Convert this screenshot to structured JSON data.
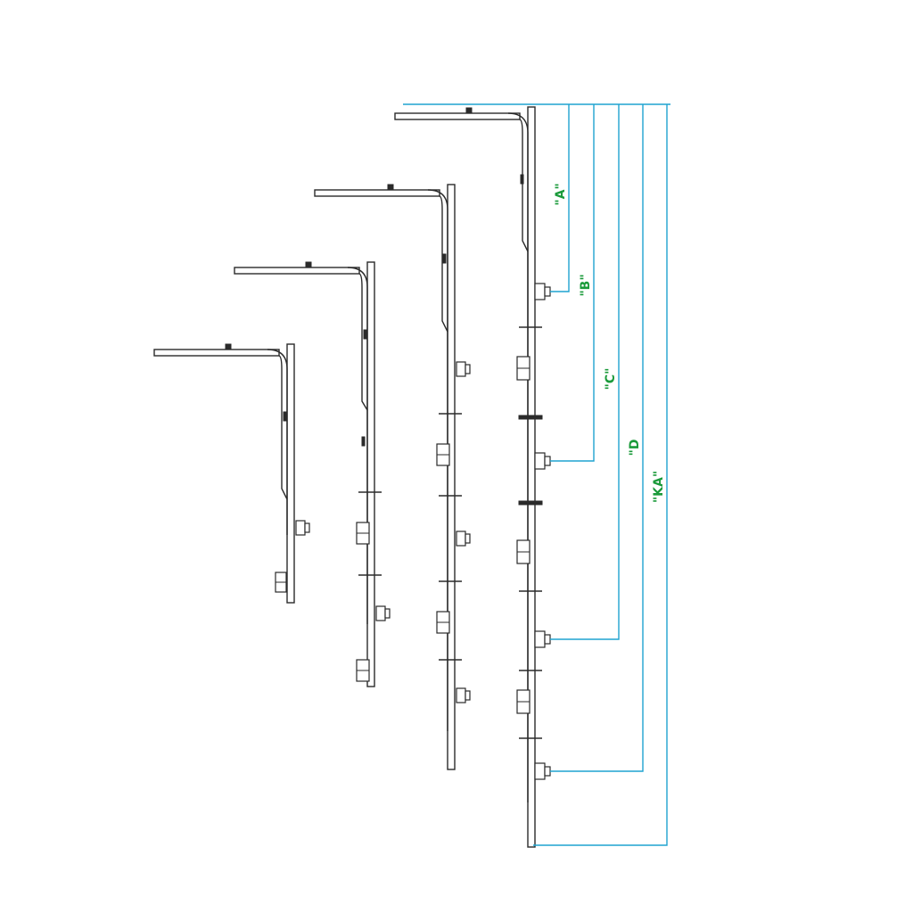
{
  "dimensions": {
    "colors": {
      "dimension_line": "#1fa3d0",
      "label": "#1a9a3a",
      "drawing": "#2a2a2a"
    },
    "labels": {
      "a": "\"A\"",
      "b": "\"B\"",
      "c": "\"C\"",
      "d": "\"D",
      "ka": "\"KA\""
    }
  }
}
